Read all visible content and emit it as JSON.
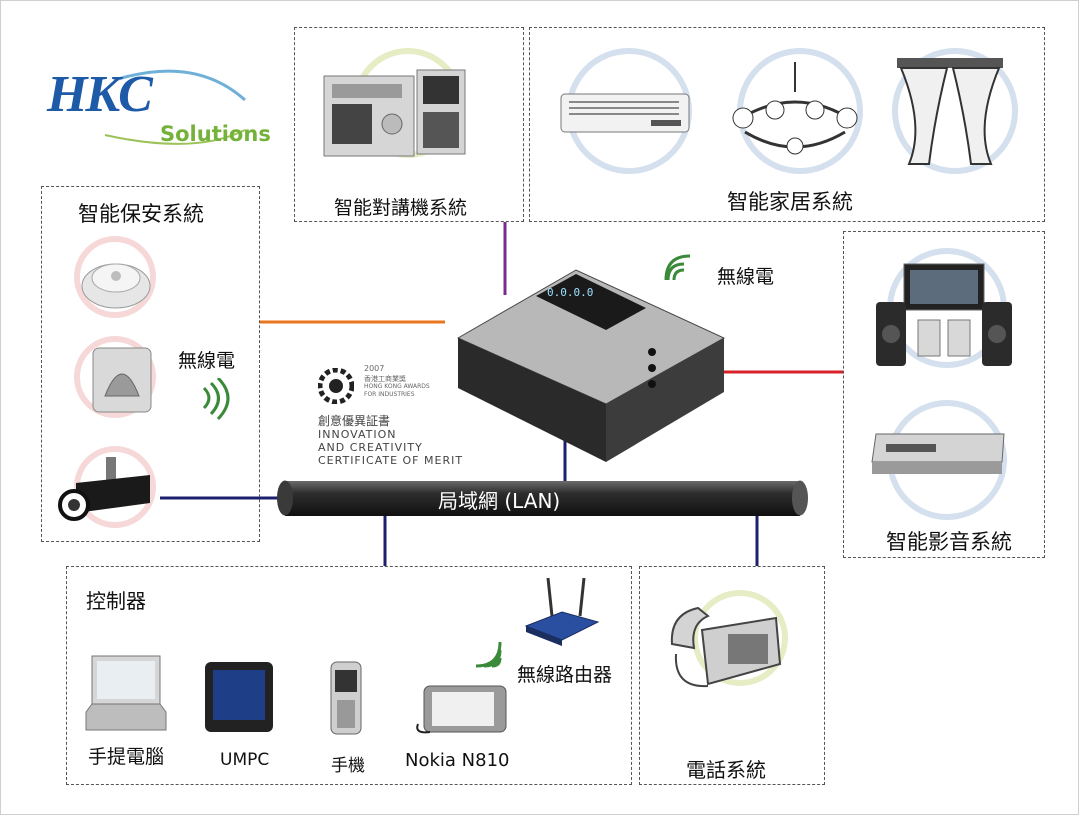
{
  "logo": {
    "brand": "HKC",
    "sub": "Solutions"
  },
  "award": {
    "year": "2007",
    "line_cn": "香港工商業獎",
    "line_en1": "HONG KONG AWARDS",
    "line_en2": "FOR INDUSTRIES",
    "cert_cn": "創意優異証書",
    "cert1": "INNOVATION",
    "cert2": "AND CREATIVITY",
    "cert3": "CERTIFICATE OF MERIT"
  },
  "sections": {
    "security": "智能保安系統",
    "intercom": "智能對講機系統",
    "home": "智能家居系統",
    "av": "智能影音系統",
    "controller": "控制器",
    "phone": "電話系統"
  },
  "wireless": {
    "security": "無線電",
    "hub": "無線電",
    "router": "無線路由器"
  },
  "lan_label": "局域網 (LAN)",
  "controllers": {
    "laptop": "手提電腦",
    "umpc": "UMPC",
    "mobile": "手機",
    "nokia": "Nokia N810"
  },
  "device_display": "0.0.0.0",
  "colors": {
    "orange": "#e8761e",
    "purple": "#7a2a8c",
    "red": "#d8202a",
    "navy": "#1c1f6e",
    "green_wifi": "#3a8a3a"
  }
}
